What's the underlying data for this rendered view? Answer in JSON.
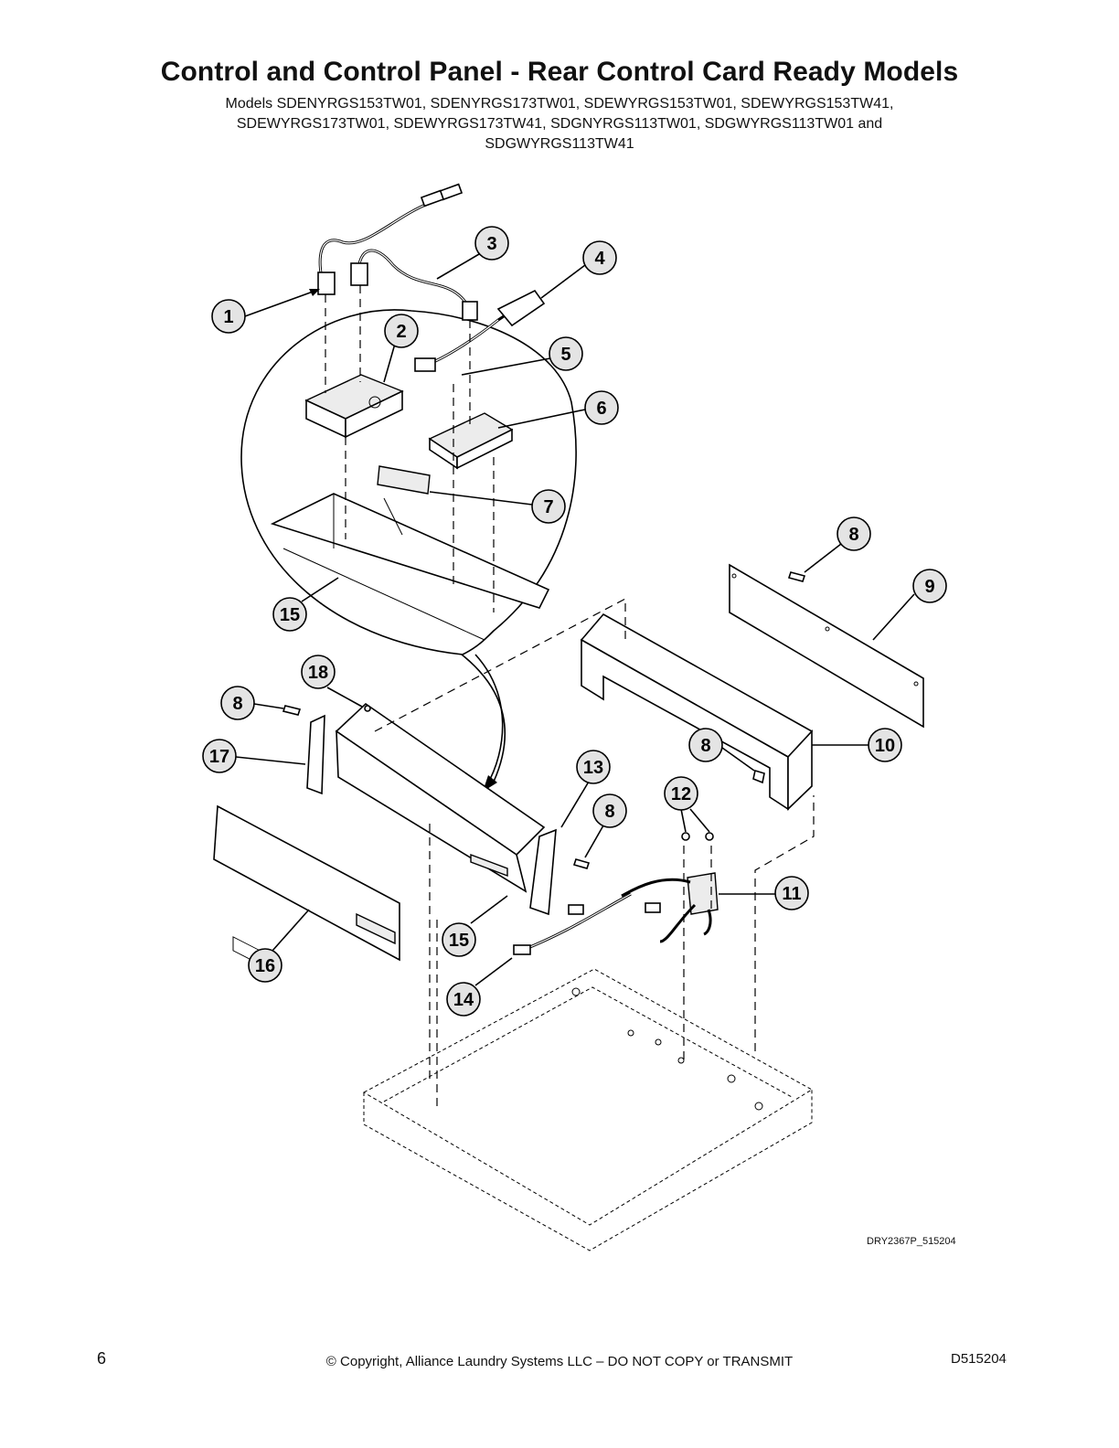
{
  "header": {
    "title": "Control and Control Panel - Rear Control Card Ready Models",
    "models_lines": [
      "Models SDENYRGS153TW01, SDENYRGS173TW01, SDEWYRGS153TW01, SDEWYRGS153TW41,",
      "SDEWYRGS173TW01, SDEWYRGS173TW41, SDGNYRGS113TW01, SDGWYRGS113TW01 and",
      "SDGWYRGS113TW41"
    ]
  },
  "diagram": {
    "callouts": [
      "1",
      "2",
      "3",
      "4",
      "5",
      "6",
      "7",
      "15",
      "8",
      "9",
      "18",
      "8",
      "17",
      "10",
      "13",
      "8",
      "12",
      "8",
      "11",
      "15",
      "16",
      "14"
    ],
    "drawing_id": "DRY2367P_515204"
  },
  "footer": {
    "page_number": "6",
    "copyright": "© Copyright, Alliance Laundry Systems LLC – DO NOT COPY or TRANSMIT",
    "doc_id": "D515204"
  }
}
